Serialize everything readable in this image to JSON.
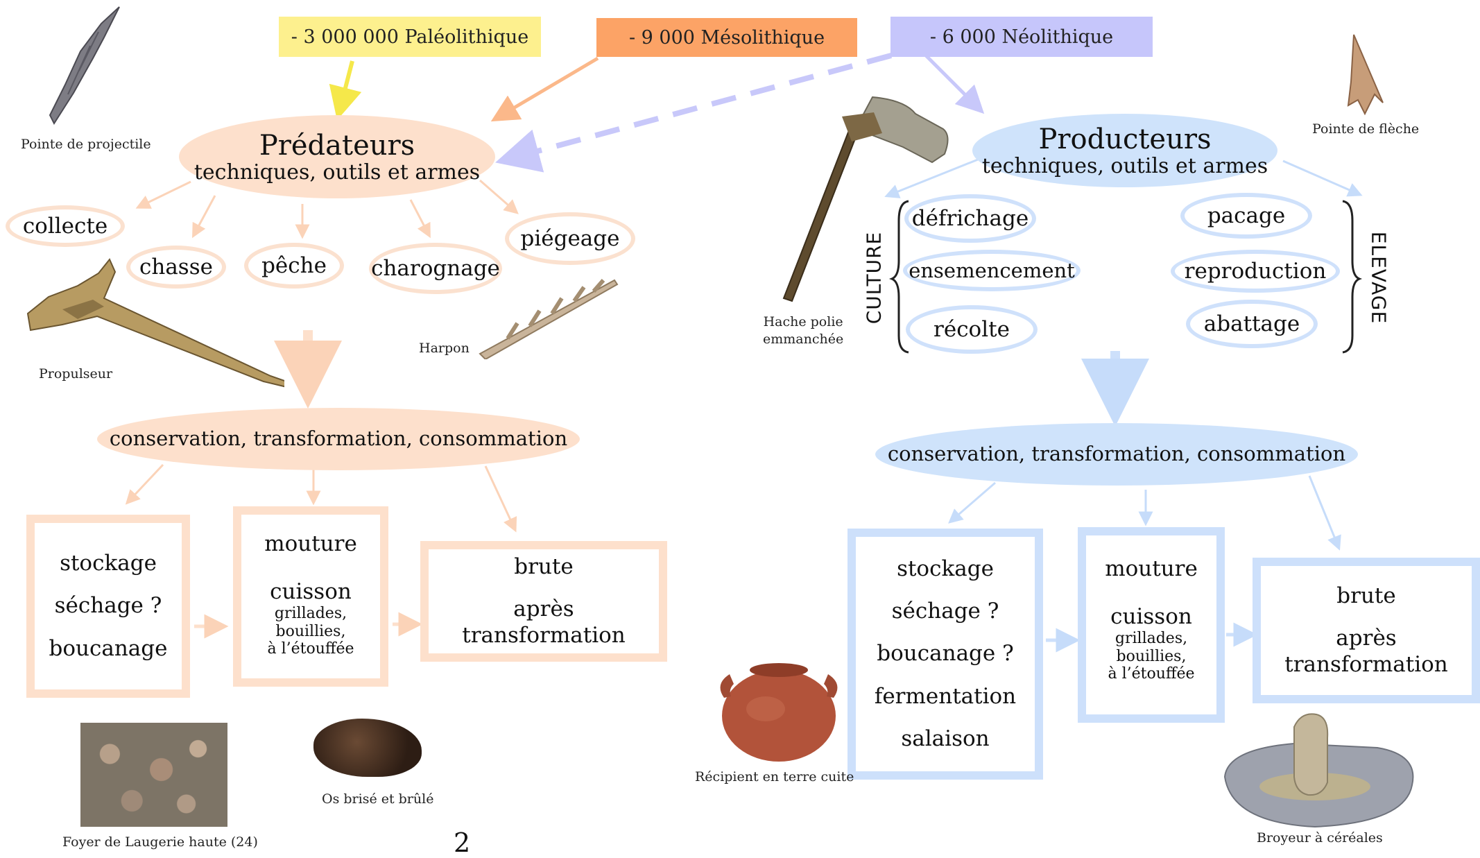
{
  "periods": {
    "paleo": "- 3 000 000 Paléolithique",
    "meso": "- 9 000 Mésolithique",
    "neo": "- 6 000 Néolithique"
  },
  "colors": {
    "paleo_bg": "#fdf08e",
    "meso_bg": "#fca366",
    "neo_bg": "#c6c6fb",
    "orange_fill": "#fde0cc",
    "blue_fill": "#cfe3fb"
  },
  "left": {
    "title": "Prédateurs",
    "subtitle": "techniques, outils et armes",
    "activities": [
      "collecte",
      "chasse",
      "pêche",
      "charognage",
      "piégeage"
    ],
    "process": "conservation, transformation, consommation",
    "box1": [
      "stockage",
      "séchage ?",
      "boucanage"
    ],
    "box2_main": [
      "mouture",
      "cuisson"
    ],
    "box2_small": [
      "grillades,",
      "bouillies,",
      "à l’étouffée"
    ],
    "box3": [
      "brute",
      "après transformation"
    ]
  },
  "right": {
    "title": "Producteurs",
    "subtitle": "techniques, outils et armes",
    "culture_label": "CULTURE",
    "elevage_label": "ELEVAGE",
    "culture": [
      "défrichage",
      "ensemencement",
      "récolte"
    ],
    "elevage": [
      "pacage",
      "reproduction",
      "abattage"
    ],
    "process": "conservation, transformation, consommation",
    "box1": [
      "stockage",
      "séchage ?",
      "boucanage ?",
      "fermentation",
      "salaison"
    ],
    "box2_main": [
      "mouture",
      "cuisson"
    ],
    "box2_small": [
      "grillades,",
      "bouillies,",
      "à l’étouffée"
    ],
    "box3": [
      "brute",
      "après transformation"
    ]
  },
  "captions": {
    "pointe_projectile": "Pointe de projectile",
    "propulseur": "Propulseur",
    "harpon": "Harpon",
    "foyer": "Foyer de Laugerie haute (24)",
    "os": "Os brisé et brûlé",
    "hache_1": "Hache polie",
    "hache_2": "emmanchée",
    "pointe_fleche": "Pointe de flèche",
    "recipient": "Récipient en terre cuite",
    "broyeur": "Broyeur à céréales"
  },
  "footer_digit": "2"
}
